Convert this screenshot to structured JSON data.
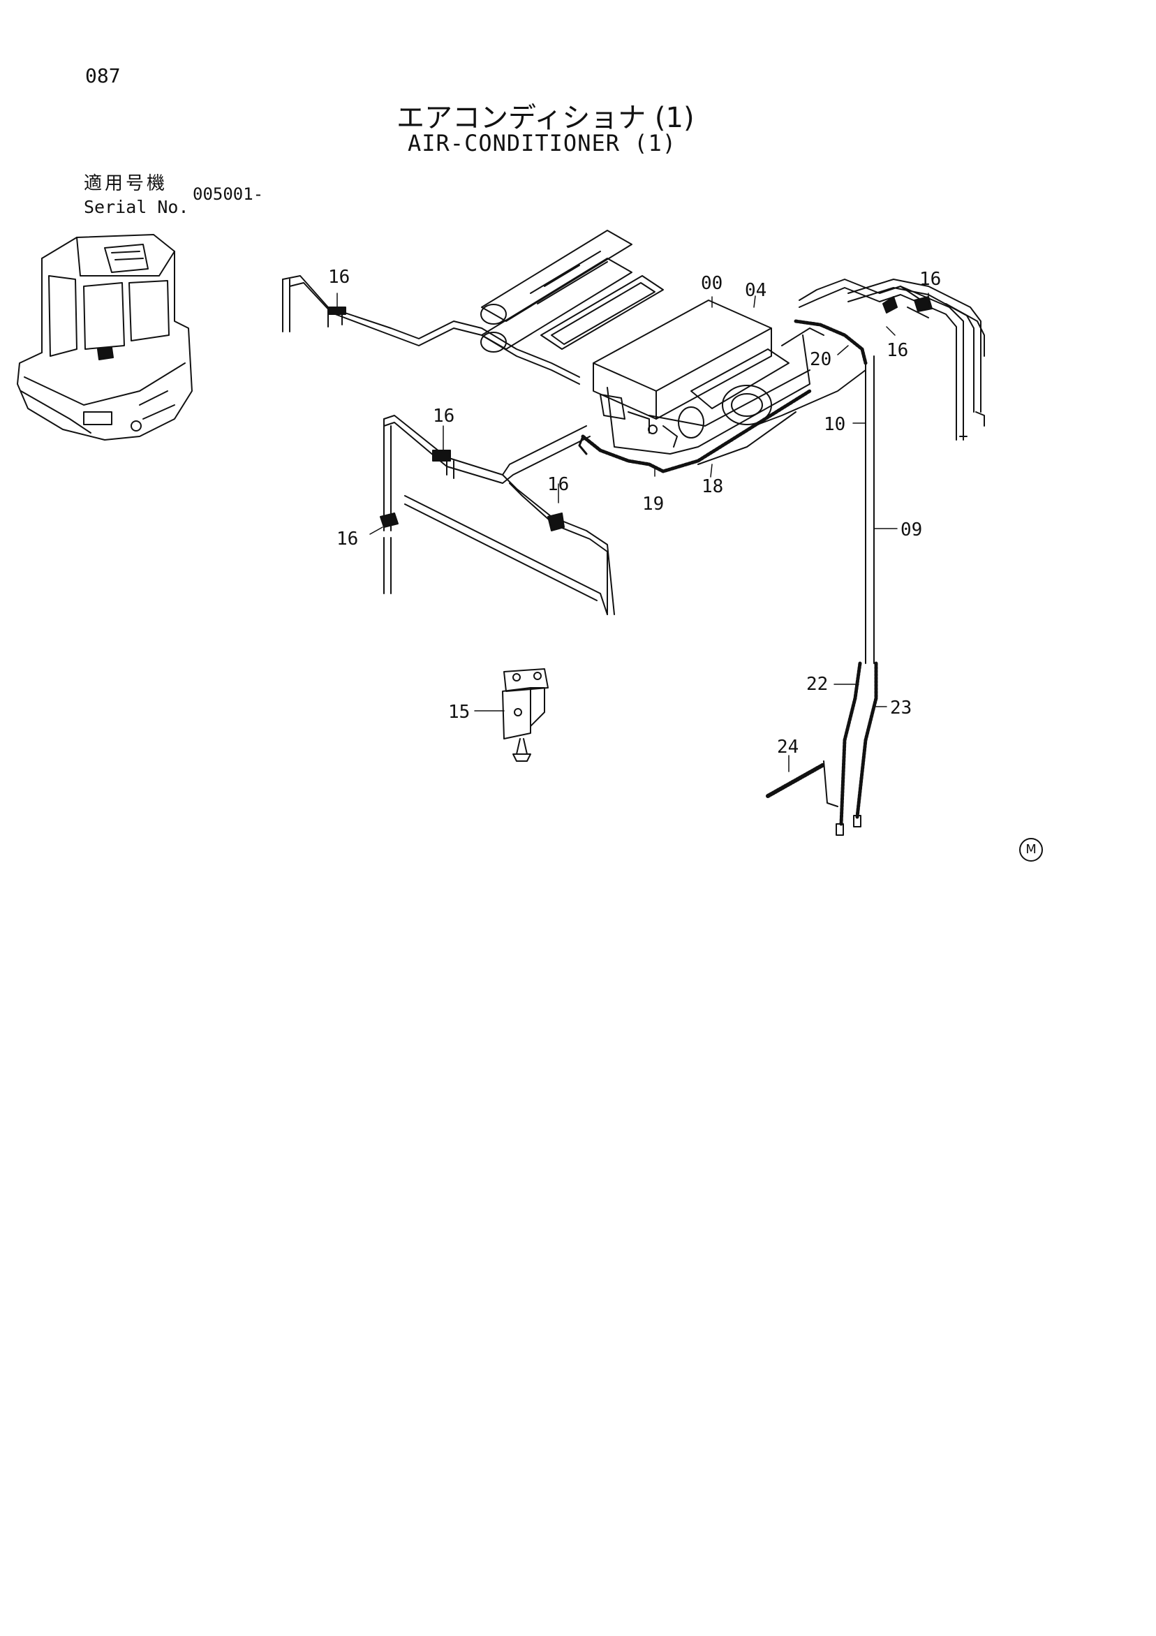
{
  "page_number": "087",
  "title_jp": "エアコンディショナ (1)",
  "title_en": "AIR-CONDITIONER (1)",
  "serial": {
    "label_jp": "適用号機",
    "label_en": "Serial No.",
    "value": "005001-"
  },
  "mark": "M",
  "callouts": {
    "c00": "00",
    "c04": "04",
    "c09": "09",
    "c10": "10",
    "c15": "15",
    "c16a": "16",
    "c16b": "16",
    "c16c": "16",
    "c16d": "16",
    "c16e": "16",
    "c16f": "16",
    "c18": "18",
    "c19": "19",
    "c20": "20",
    "c22": "22",
    "c23": "23",
    "c24": "24"
  }
}
